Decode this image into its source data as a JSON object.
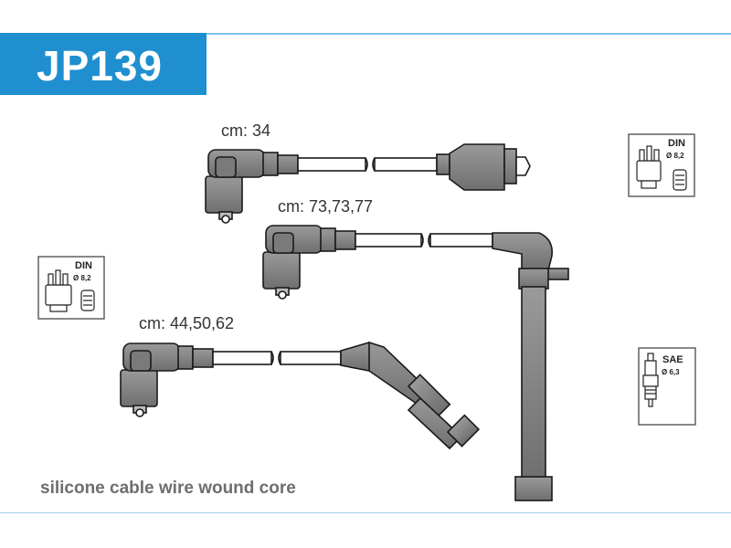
{
  "header": {
    "part_number": "JP139"
  },
  "cables": [
    {
      "length_label": "cm: 34"
    },
    {
      "length_label": "cm: 73,73,77"
    },
    {
      "length_label": "cm: 44,50,62"
    }
  ],
  "badges": {
    "distributor_top": {
      "standard": "DIN",
      "diameter": "Ø 8,2"
    },
    "distributor_left": {
      "standard": "DIN",
      "diameter": "Ø 8,2"
    },
    "spark_plug": {
      "standard": "SAE",
      "diameter": "Ø 6,3"
    }
  },
  "footer": {
    "description": "silicone cable wire wound core"
  },
  "colors": {
    "brand_blue": "#1f8fcf",
    "part_fill": "#8a8a8a",
    "outline": "#1a1a1a"
  }
}
